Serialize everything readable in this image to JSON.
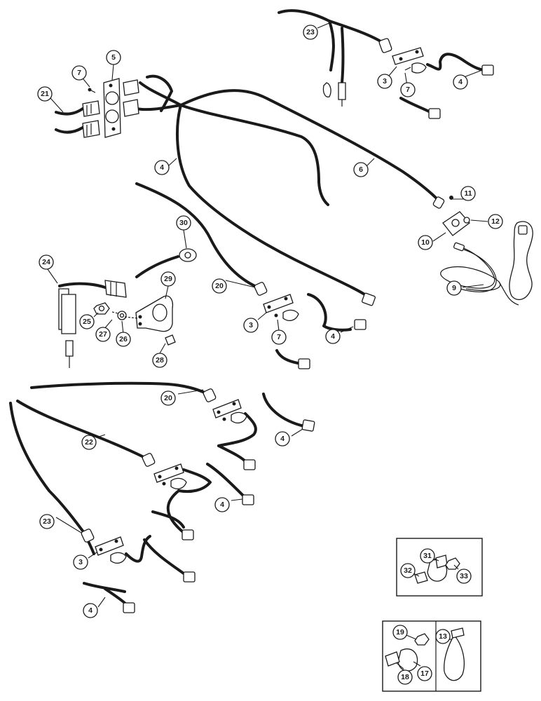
{
  "callouts": {
    "c_23a": "23",
    "c_3a": "3",
    "c_7a": "7",
    "c_4a": "4",
    "c_7b": "7",
    "c_5": "5",
    "c_21": "21",
    "c_4b": "4",
    "c_6": "6",
    "c_11": "11",
    "c_12": "12",
    "c_10": "10",
    "c_9": "9",
    "c_30": "30",
    "c_24": "24",
    "c_29": "29",
    "c_25": "25",
    "c_27": "27",
    "c_26": "26",
    "c_28": "28",
    "c_20a": "20",
    "c_3b": "3",
    "c_7c": "7",
    "c_4c": "4",
    "c_20b": "20",
    "c_4d": "4",
    "c_22": "22",
    "c_4e": "4",
    "c_23b": "23",
    "c_3c": "3",
    "c_4f": "4",
    "c_31": "31",
    "c_32": "32",
    "c_33": "33",
    "c_19": "19",
    "c_13": "13",
    "c_18": "18",
    "c_17": "17"
  }
}
